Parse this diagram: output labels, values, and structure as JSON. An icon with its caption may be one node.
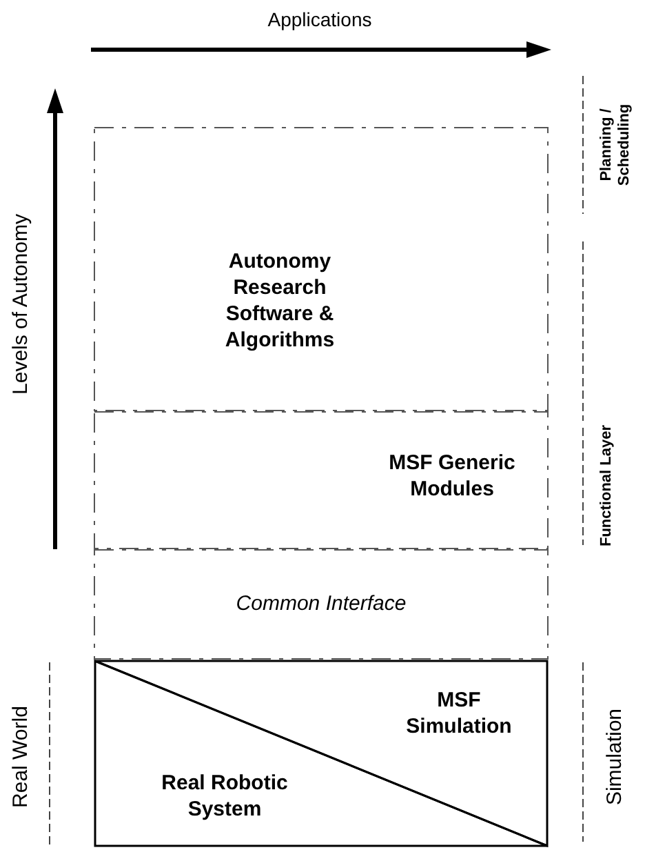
{
  "diagram": {
    "nodes": [
      {
        "text": [
          "Autonomy Research Software & Algorithms"
        ]
      },
      {
        "text": [
          "MSF Generic Modules"
        ]
      },
      {
        "text": [
          "Common Interface"
        ]
      },
      {
        "text": [
          "MSF Simulation"
        ]
      },
      {
        "text": [
          "Real Robotic System"
        ]
      }
    ],
    "labels": [
      "Applications",
      "Levels of Autonomy",
      "Planning / Scheduling",
      "Functional Layer",
      "Real World",
      "Simulation"
    ]
  }
}
